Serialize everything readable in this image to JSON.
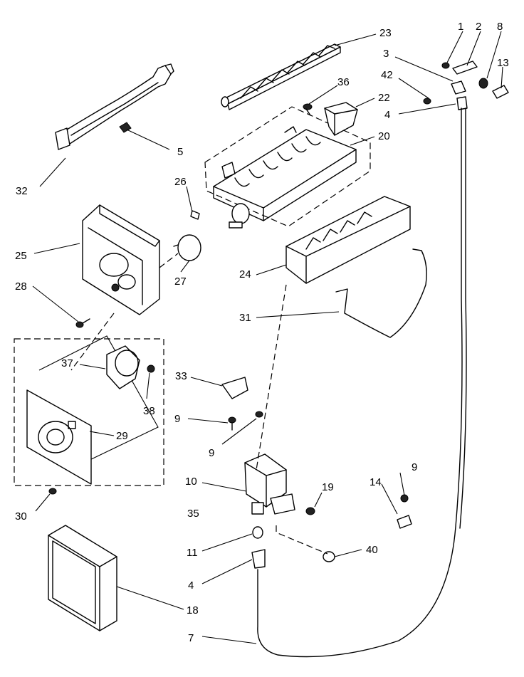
{
  "diagram": {
    "part_labels": [
      {
        "id": "1",
        "text": "1"
      },
      {
        "id": "2",
        "text": "2"
      },
      {
        "id": "8",
        "text": "8"
      },
      {
        "id": "3",
        "text": "3"
      },
      {
        "id": "13",
        "text": "13"
      },
      {
        "id": "42",
        "text": "42"
      },
      {
        "id": "4a",
        "text": "4"
      },
      {
        "id": "23",
        "text": "23"
      },
      {
        "id": "36",
        "text": "36"
      },
      {
        "id": "22",
        "text": "22"
      },
      {
        "id": "20",
        "text": "20"
      },
      {
        "id": "5",
        "text": "5"
      },
      {
        "id": "32",
        "text": "32"
      },
      {
        "id": "26",
        "text": "26"
      },
      {
        "id": "25",
        "text": "25"
      },
      {
        "id": "28",
        "text": "28"
      },
      {
        "id": "27",
        "text": "27"
      },
      {
        "id": "24",
        "text": "24"
      },
      {
        "id": "31",
        "text": "31"
      },
      {
        "id": "37",
        "text": "37"
      },
      {
        "id": "38",
        "text": "38"
      },
      {
        "id": "33",
        "text": "33"
      },
      {
        "id": "29",
        "text": "29"
      },
      {
        "id": "9a",
        "text": "9"
      },
      {
        "id": "9b",
        "text": "9"
      },
      {
        "id": "9c",
        "text": "9"
      },
      {
        "id": "10",
        "text": "10"
      },
      {
        "id": "19",
        "text": "19"
      },
      {
        "id": "14",
        "text": "14"
      },
      {
        "id": "30",
        "text": "30"
      },
      {
        "id": "35",
        "text": "35"
      },
      {
        "id": "11",
        "text": "11"
      },
      {
        "id": "40",
        "text": "40"
      },
      {
        "id": "4b",
        "text": "4"
      },
      {
        "id": "18",
        "text": "18"
      },
      {
        "id": "7",
        "text": "7"
      }
    ]
  }
}
